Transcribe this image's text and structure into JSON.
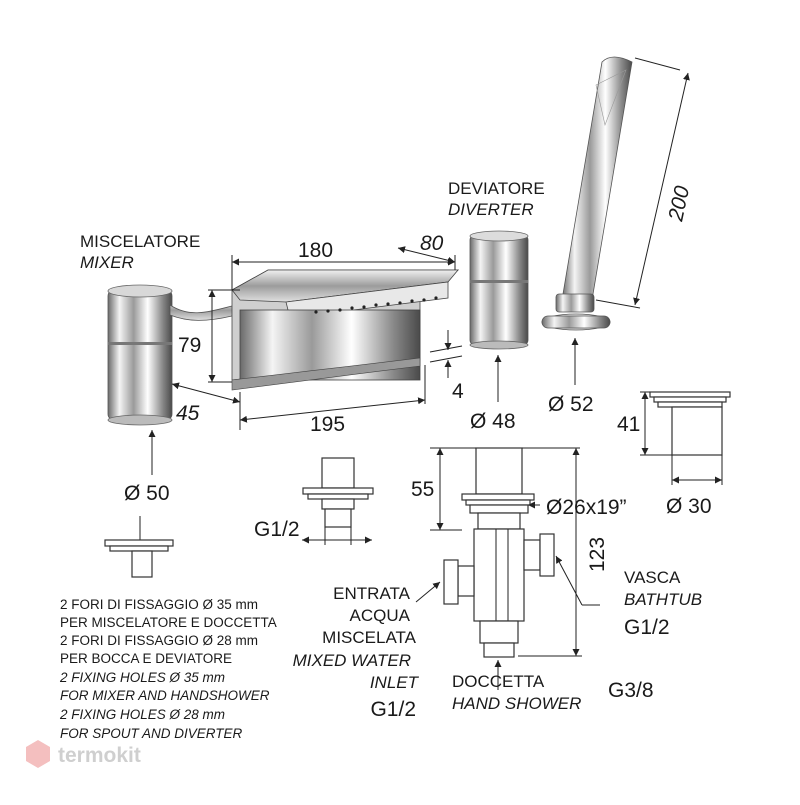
{
  "labels": {
    "mixer_it": "MISCELATORE",
    "mixer_en": "MIXER",
    "diverter_it": "DEVIATORE",
    "diverter_en": "DIVERTER",
    "inlet_it_1": "ENTRATA",
    "inlet_it_2": "ACQUA",
    "inlet_it_3": "MISCELATA",
    "inlet_en_1": "MIXED WATER",
    "inlet_en_2": "INLET",
    "inlet_thread": "G1/2",
    "bathtub_it": "VASCA",
    "bathtub_en": "BATHTUB",
    "bathtub_thread": "G1/2",
    "shower_it": "DOCCETTA",
    "shower_en": "HAND SHOWER",
    "shower_thread": "G3/8",
    "spout_thread": "G1/2"
  },
  "dimensions": {
    "spout_length": "180",
    "spout_depth": "80",
    "spout_height": "79",
    "mixer_offset": "45",
    "spout_width": "195",
    "gap": "4",
    "mixer_diameter": "Ø 50",
    "diverter_diameter": "Ø 48",
    "handshower_base_diameter": "Ø 52",
    "handshower_length": "200",
    "base_height": "41",
    "base_diameter": "Ø 30",
    "valve_height_top": "55",
    "valve_thread": "Ø26x19”",
    "valve_height": "123"
  },
  "notes": [
    "2 FORI DI FISSAGGIO Ø 35 mm",
    "PER MISCELATORE E DOCCETTA",
    "2 FORI DI FISSAGGIO Ø 28 mm",
    "PER BOCCA E DEVIATORE",
    "2 FIXING HOLES Ø 35 mm",
    "FOR MIXER AND HANDSHOWER",
    "2 FIXING HOLES Ø 28 mm",
    "FOR SPOUT AND DIVERTER"
  ],
  "watermark": "termokit"
}
